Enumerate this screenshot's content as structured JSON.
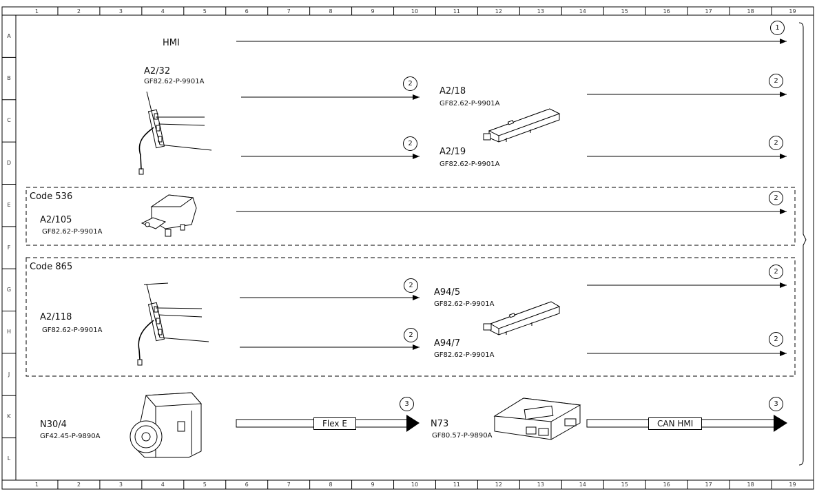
{
  "columns": [
    "1",
    "2",
    "3",
    "4",
    "5",
    "6",
    "7",
    "8",
    "9",
    "10",
    "11",
    "12",
    "13",
    "14",
    "15",
    "16",
    "17",
    "18",
    "19"
  ],
  "rows": [
    "A",
    "B",
    "C",
    "D",
    "E",
    "F",
    "G",
    "H",
    "J",
    "K",
    "L"
  ],
  "hmi_label": "HMI",
  "codes": {
    "code_536": "Code 536",
    "code_865": "Code 865"
  },
  "components": {
    "a2_32": {
      "name": "A2/32",
      "ref": "GF82.62-P-9901A"
    },
    "a2_18": {
      "name": "A2/18",
      "ref": "GF82.62-P-9901A"
    },
    "a2_19": {
      "name": "A2/19",
      "ref": "GF82.62-P-9901A"
    },
    "a2_105": {
      "name": "A2/105",
      "ref": "GF82.62-P-9901A"
    },
    "a2_118": {
      "name": "A2/118",
      "ref": "GF82.62-P-9901A"
    },
    "a94_5": {
      "name": "A94/5",
      "ref": "GF82.62-P-9901A"
    },
    "a94_7": {
      "name": "A94/7",
      "ref": "GF82.62-P-9901A"
    },
    "n30_4": {
      "name": "N30/4",
      "ref": "GF42.45-P-9890A"
    },
    "n73": {
      "name": "N73",
      "ref": "GF80.57-P-9890A"
    }
  },
  "buses": {
    "flex_e": "Flex E",
    "can_hmi": "CAN HMI"
  },
  "markers": {
    "m1": "1",
    "m2": "2",
    "m3": "3"
  }
}
